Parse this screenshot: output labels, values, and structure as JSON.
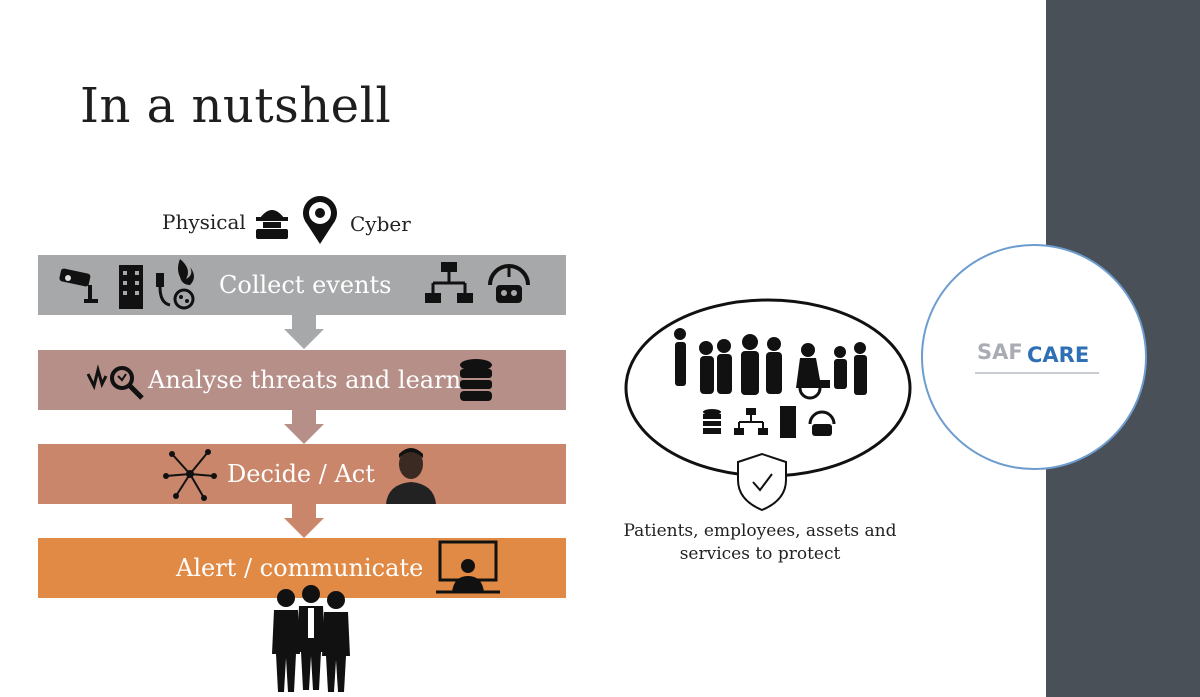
{
  "slide": {
    "title": "In a nutshell",
    "sources": {
      "physical": "Physical",
      "cyber": "Cyber"
    },
    "steps": [
      {
        "label": "Collect events",
        "color": "#a7a8aa"
      },
      {
        "label": "Analyse threats and learn",
        "color": "#b58f88"
      },
      {
        "label": "Decide / Act",
        "color": "#c9866a"
      },
      {
        "label": "Alert / communicate",
        "color": "#e08a45"
      }
    ],
    "protect_caption_line1": "Patients,  employees,  assets and",
    "protect_caption_line2": "services to protect",
    "logo": {
      "part1": "SAF",
      "part2": "CARE"
    },
    "colors": {
      "sidebar": "#4a5058",
      "logo_ring": "#6d9ccf",
      "logo_blue": "#2f6fb6"
    },
    "icons": {
      "physical": "hacker-icon",
      "cyber": "cyber-pin-icon",
      "collect_left": [
        "cctv-camera-icon",
        "building-icon",
        "power-fire-icon"
      ],
      "collect_right": [
        "network-icon",
        "robot-icon"
      ],
      "analyse_left": "search-signal-icon",
      "analyse_right": "database-icon",
      "decide_left": "network-nodes-icon",
      "decide_right": "operator-person-icon",
      "alert_right": "monitor-person-icon",
      "below": "medical-staff-icon",
      "protect": "shield-check-icon"
    }
  }
}
